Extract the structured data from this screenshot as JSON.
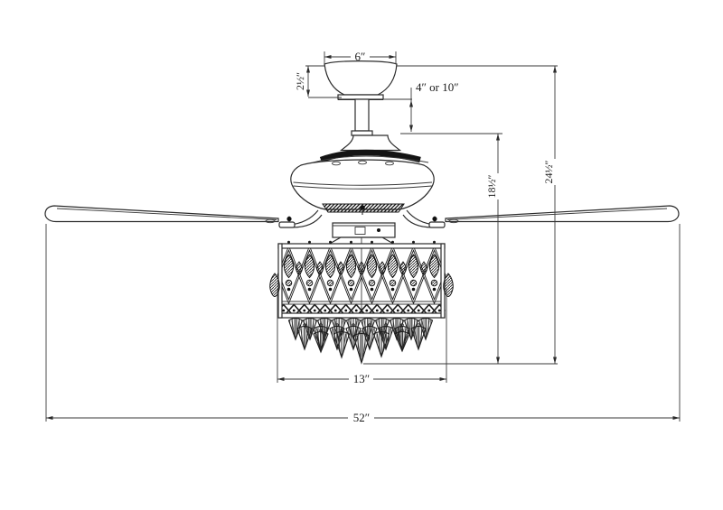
{
  "diagram": {
    "type": "technical-dimension-drawing",
    "subject": "ceiling fan with crystal drum light kit, front elevation",
    "labels": {
      "canopy_width": "6″",
      "canopy_height": "2½″",
      "downrod_length": "4″ or 10″",
      "housing_to_bottom": "18½″",
      "ceiling_to_bottom": "24½″",
      "light_kit_width": "13″",
      "blade_span": "52″"
    },
    "colors": {
      "line": "#2b2b2b",
      "dark": "#111111",
      "background": "#ffffff"
    }
  }
}
